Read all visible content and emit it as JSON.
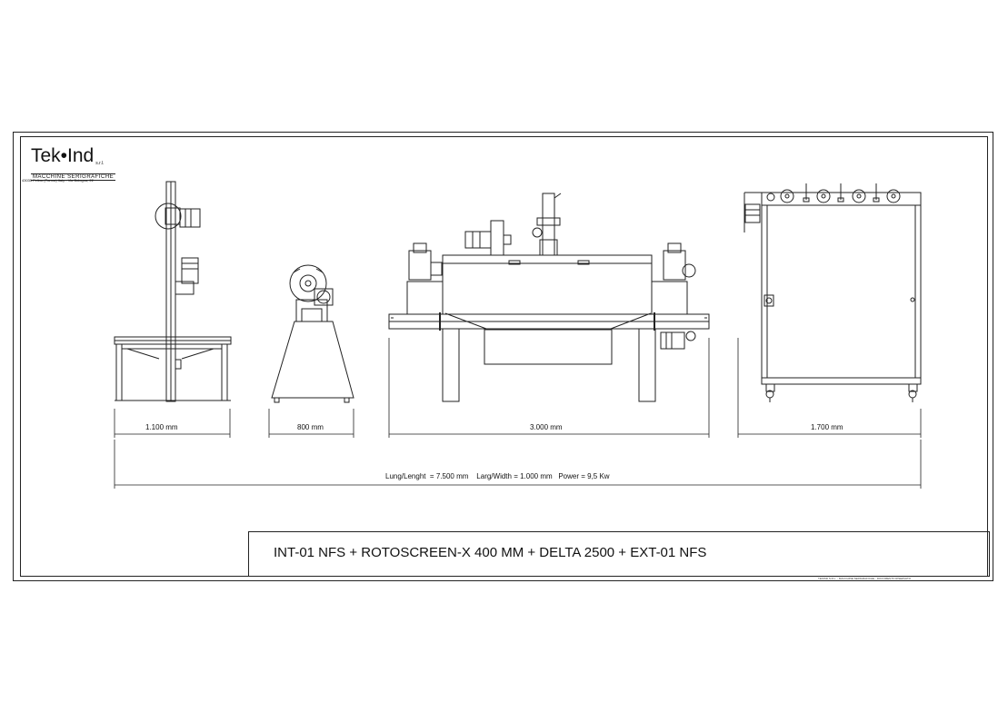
{
  "logo": {
    "name": "Tek•Ind",
    "suffix": "s.r.l.",
    "subtitle": "MACCHINE SERIGRAFICHE",
    "address": "43035 Felino (Parma) Italy - Via Bologna, 22"
  },
  "dimensions": {
    "int01_width": "1.100 mm",
    "roto_width": "800 mm",
    "delta_width": "3.000 mm",
    "ext01_width": "1.700 mm",
    "summary": "Lung/Lenght  = 7.500 mm    Larg/Width = 1.000 mm   Power = 9,5 Kw"
  },
  "title": "INT-01 NFS + ROTOSCREEN-X 400 MM + DELTA  2500 + EXT-01 NFS",
  "footer_note": "TEKIND S.R.L. - MACCHINE SERIGRAFICHE - DOCUMENTO RISERVATO"
}
